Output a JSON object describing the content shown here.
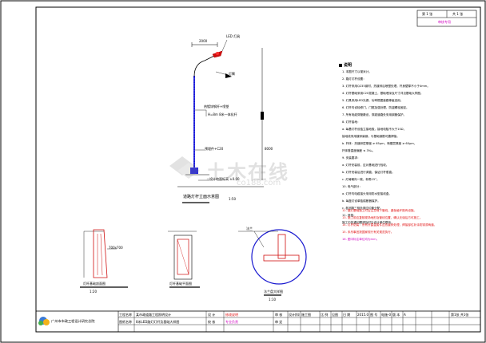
{
  "top_box": {
    "cell_a": "第 1 张",
    "cell_b": "共 1 张",
    "stamp": "审核专用"
  },
  "pole": {
    "top_dim": "2000",
    "lamp_note": "LED 灯具",
    "arm_note": "灯臂",
    "body_note_1": "热镀锌钢杆+喷塑",
    "body_note_2": "H=8m 8米一体化杆",
    "base_note": "预埋件+C20",
    "ground_note": "设计地面标高 ±0.00",
    "height_dim": "8000",
    "title": "道路灯杆立面示意图",
    "scale": "1:50"
  },
  "notes": {
    "heading": "说明",
    "lines": [
      "1. 本图尺寸以毫米计。",
      "2. 路灯灯杆设置：",
      "3. 灯杆采用Q235钢材，热镀锌后喷塑处理，杆身壁厚不小于4mm。",
      "4. 灯杆基础采用C20混凝土，基础埋深及尺寸详见基础大样图。",
      "5. 灯具采用LED光源，功率根据道路等级选用。",
      "6. 灯杆内设检修门，门框加强处理，防盗螺栓固定。",
      "7. 所有电缆穿管敷设，穿越道路处采用钢管保护。",
      "8. 灯杆接地：",
      "   a. 每基灯杆设独立接地极，接地电阻不大于10Ω，",
      "      接地线采用镀锌扁钢，与基础钢筋可靠焊接。",
      "   b. 杆体：热镀锌层厚度 ≥ 65μm，喷塑层厚度 ≥ 60μm，",
      "      杆体垂直度偏差 ≤ 3‰。",
      "9. 安装要求：",
      "   a. 灯杆安装前，应对基础进行验收。",
      "   b. 灯杆安装后进行调直，保证灯杆垂直。",
      "   c. 灯臂朝向一致，仰角15°。",
      "10. 电气部分：",
      "   a. 灯杆内电缆接头采用防水型接线盒。",
      "   b. 每盏灯设单独熔断器保护。",
      "   c. 各回路三相负荷应均衡分配。",
      "11. 其他：",
      "   施工中如遇问题请及时与设计单位联系。"
    ],
    "red_lines": [
      "12. 路灯基础施工时应注意地下管线，避免破坏既有设施。",
      "13. 施工前应复核现场地形及管线位置，确认无误后方可施工。",
      "14. 灯杆防腐：所有外露金属件应热镀锌处理，焊接部位补涂防锈漆两道。",
      "15. 未尽事宜按国家现行有关规范执行。"
    ],
    "magenta_line": "16. 图中标注单位均为mm。"
  },
  "details": {
    "detail1_dim": "700x700",
    "detail1_title": "灯杆基础剖面图",
    "detail1_scale": "1:20",
    "detail2_title": "灯杆基础平面图",
    "detail3_label": "法兰",
    "detail3_title": "法兰盘大样图",
    "detail3_scale": "1:10"
  },
  "watermark": {
    "cn": "土木在线",
    "en": "co188.com"
  },
  "title_block": {
    "company": "广州市市政工程设计研究总院",
    "project_label": "工程名称",
    "project": "某市政道路工程照明设计",
    "drawing_label": "图纸名称",
    "drawing": "8米LED路灯灯杆及基础大样图",
    "design_label": "设 计",
    "check_label": "校 核",
    "review_label": "审 核",
    "approve_label": "审 定",
    "stage_label": "设计阶段",
    "stage": "施工图",
    "scale_label": "比 例",
    "scale": "见图",
    "date_label": "日 期",
    "date": "2015.06",
    "num_label": "图 号",
    "num": "电施-07",
    "ver_label": "版 本",
    "ver": "A",
    "sheet": "第1张 共1张",
    "red_note": "修改说明",
    "magenta_note": "专业负责"
  }
}
